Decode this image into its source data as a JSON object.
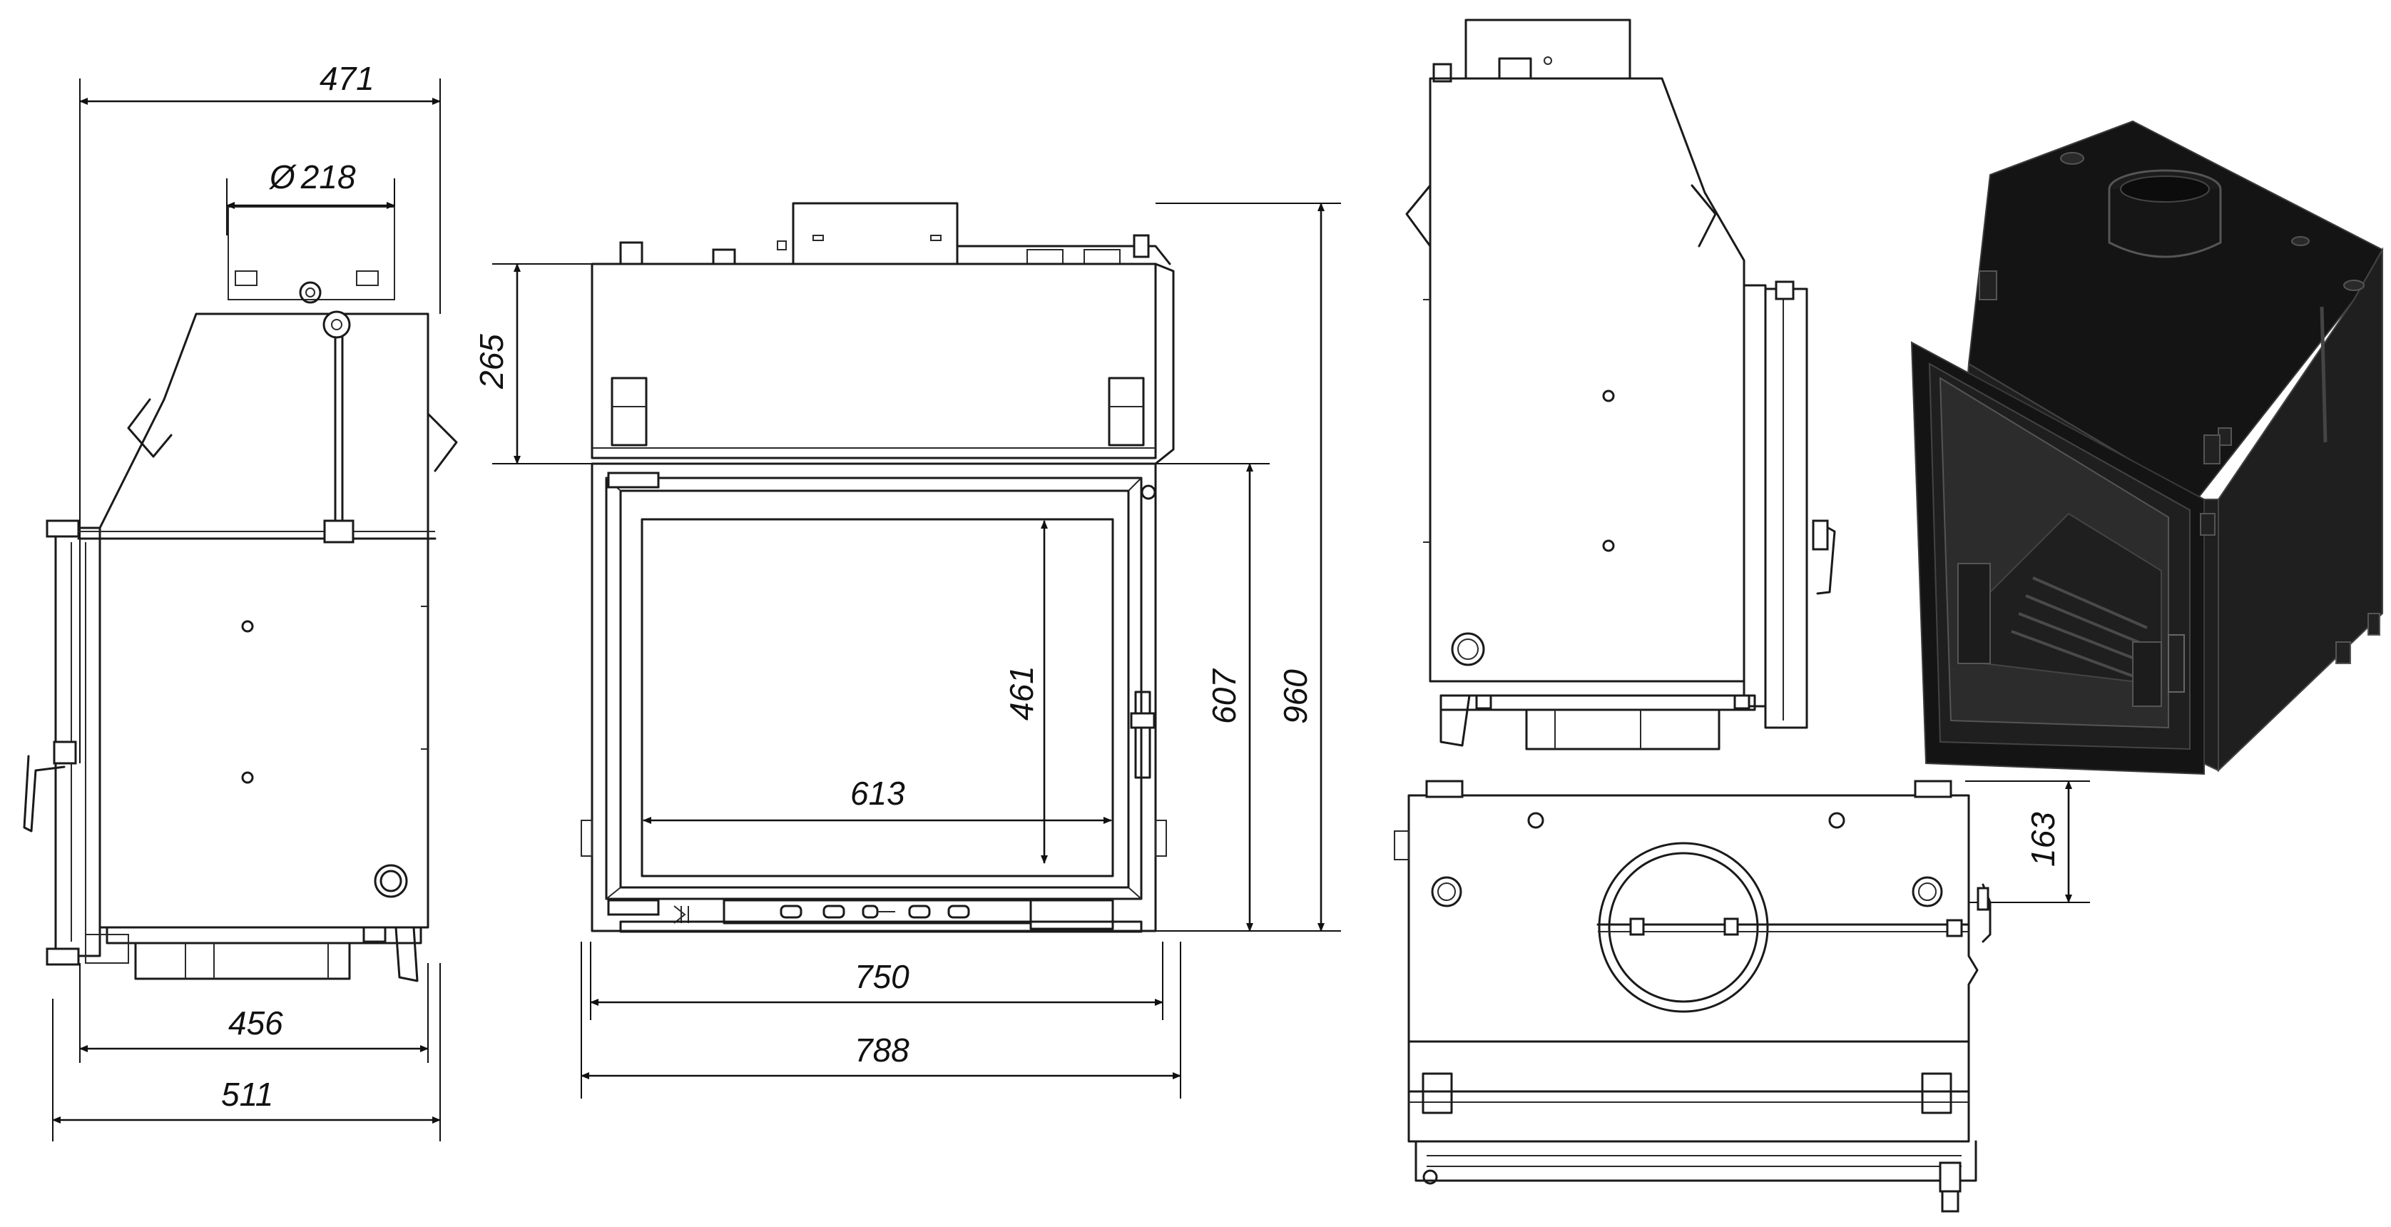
{
  "dimensions": {
    "side_top_width": "471",
    "flue_diameter": "218",
    "diameter_symbol": "Ø",
    "side_bottom_inner": "456",
    "side_bottom_outer": "511",
    "front_hood_height": "265",
    "front_glass_width": "613",
    "front_glass_height": "461",
    "front_door_height": "607",
    "front_total_height": "960",
    "front_inner_width": "750",
    "front_outer_width": "788",
    "top_view_offset": "163"
  },
  "colors": {
    "line": "#1a1a1a",
    "render_body": "#141414"
  }
}
